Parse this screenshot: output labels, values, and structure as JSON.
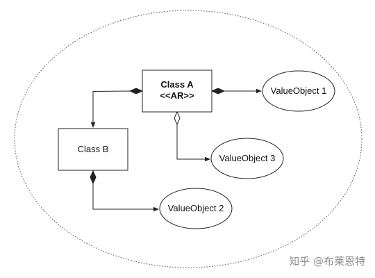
{
  "diagram": {
    "nodes": {
      "class_a": {
        "line1": "Class A",
        "line2": "<<AR>>"
      },
      "class_b": {
        "label": "Class B"
      },
      "value_object_1": {
        "label": "ValueObject 1"
      },
      "value_object_2": {
        "label": "ValueObject 2"
      },
      "value_object_3": {
        "label": "ValueObject 3"
      }
    },
    "edges": [
      {
        "from": "Class A",
        "to": "Class B",
        "type": "composition"
      },
      {
        "from": "Class A",
        "to": "ValueObject 1",
        "type": "composition"
      },
      {
        "from": "Class A",
        "to": "ValueObject 3",
        "type": "aggregation"
      },
      {
        "from": "Class B",
        "to": "ValueObject 2",
        "type": "composition"
      }
    ],
    "colors": {
      "stroke": "#222222",
      "boundary": "#555555",
      "fill": "#ffffff"
    }
  },
  "watermark": {
    "text": "知乎 @布莱恩特"
  }
}
